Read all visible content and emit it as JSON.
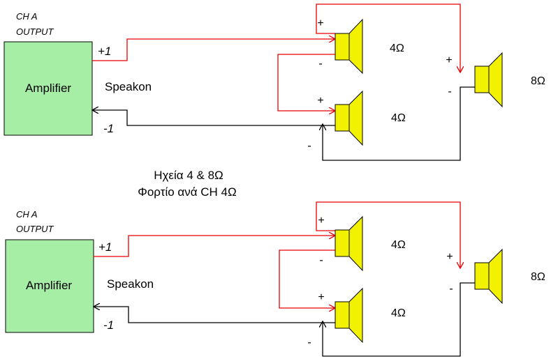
{
  "colors": {
    "amplifier_fill": "#a6eda6",
    "speaker_fill": "#f2f200",
    "positive_wire": "#e60000",
    "negative_wire": "#000000"
  },
  "caption": {
    "line1": "Ηχεία 4 & 8Ω",
    "line2": "Φορτίο ανά CH 4Ω"
  },
  "circuits": [
    {
      "channel_line1": "CH A",
      "channel_line2": "OUTPUT",
      "amplifier_label": "Amplifier",
      "connector_label": "Speakon",
      "plus_terminal": "+1",
      "minus_terminal": "-1",
      "speakers": [
        {
          "impedance": "4Ω",
          "plus": "+",
          "minus": "-"
        },
        {
          "impedance": "4Ω",
          "plus": "+",
          "minus": "-"
        },
        {
          "impedance": "8Ω",
          "plus": "+",
          "minus": "-"
        }
      ]
    },
    {
      "channel_line1": "CH A",
      "channel_line2": "OUTPUT",
      "amplifier_label": "Amplifier",
      "connector_label": "Speakon",
      "plus_terminal": "+1",
      "minus_terminal": "-1",
      "speakers": [
        {
          "impedance": "4Ω",
          "plus": "+",
          "minus": "-"
        },
        {
          "impedance": "4Ω",
          "plus": "+",
          "minus": "-"
        },
        {
          "impedance": "8Ω",
          "plus": "+",
          "minus": "-"
        }
      ]
    }
  ]
}
